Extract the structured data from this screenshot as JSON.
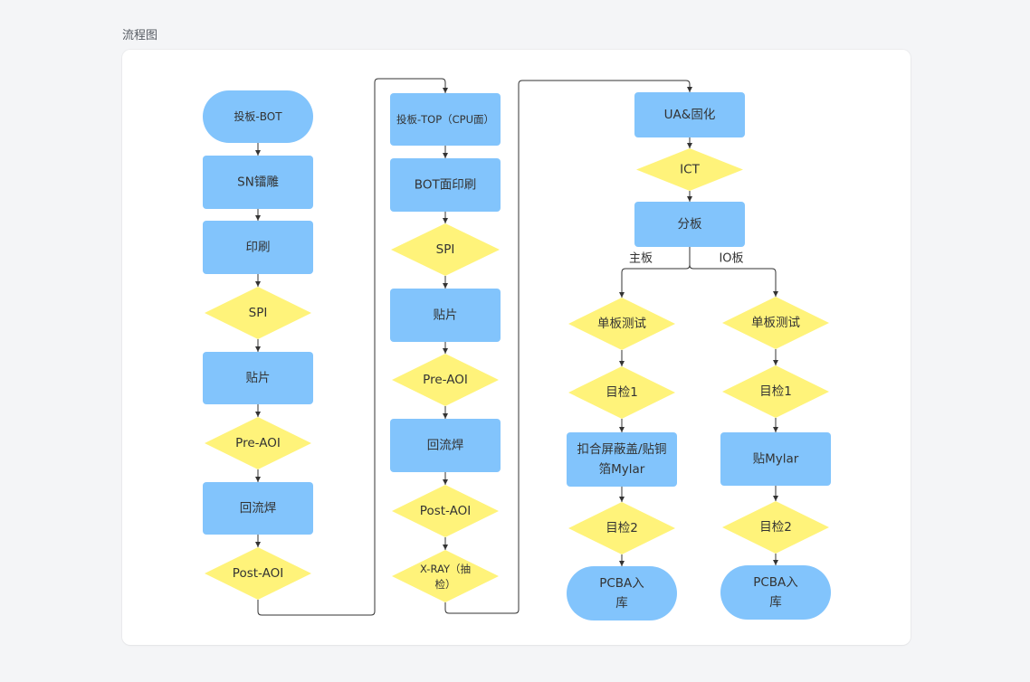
{
  "page": {
    "title": "流程图"
  },
  "colors": {
    "page_background": "#f4f5f7",
    "card_background": "#ffffff",
    "process_fill": "#82c4fc",
    "decision_fill": "#fff37a",
    "connector": "#333333",
    "label_text": "#333333"
  },
  "flowchart": {
    "bot_side": [
      "投板-BOT",
      "SN镭雕",
      "印刷",
      "SPI",
      "贴片",
      "Pre-AOI",
      "回流焊",
      "Post-AOI"
    ],
    "top_side": [
      "投板-TOP（CPU面）",
      "BOT面印刷",
      "SPI",
      "贴片",
      "Pre-AOI",
      "回流焊",
      "Post-AOI"
    ],
    "top_side_xray": [
      "X-RAY（抽",
      "检）"
    ],
    "assembly": [
      "UA&固化",
      "ICT",
      "分板"
    ],
    "branch_labels": {
      "main_board": "主板",
      "io_board": "IO板"
    },
    "main_board_branch": {
      "test": "单板测试",
      "inspect_1": "目检1",
      "assembly": [
        "扣合屏蔽盖/贴铜",
        "箔Mylar"
      ],
      "inspect_2": "目检2",
      "storage": [
        "PCBA入",
        "库"
      ]
    },
    "io_board_branch": {
      "test": "单板测试",
      "inspect_1": "目检1",
      "assembly": "贴Mylar",
      "inspect_2": "目检2",
      "storage": [
        "PCBA入",
        "库"
      ]
    }
  }
}
